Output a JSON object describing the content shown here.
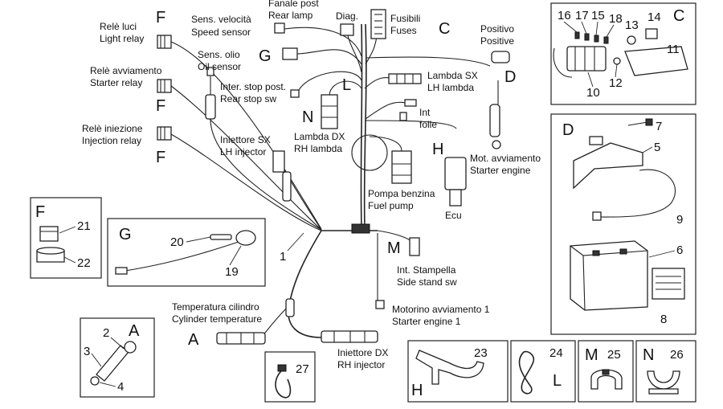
{
  "labels": {
    "rele_luci": "Relè luci",
    "light_relay": "Light relay",
    "sens_velocita": "Sens. velocità",
    "speed_sensor": "Speed sensor",
    "fanale_post": "Fanale post",
    "rear_lamp": "Rear lamp",
    "diag": "Diag.",
    "fusibili": "Fusibili",
    "fuses": "Fuses",
    "positivo": "Positivo",
    "positive": "Positive",
    "sens_olio": "Sens. olio",
    "oil_sensor": "Oil sensor",
    "rele_avviamento": "Relè avviamento",
    "starter_relay": "Starter relay",
    "lambda_sx": "Lambda SX",
    "lh_lambda": "LH lambda",
    "inter_stop": "Inter. stop post.",
    "rear_stop_sw": "Rear stop sw",
    "int": "Int",
    "folle": "folle",
    "rele_iniezione": "Relè iniezione",
    "injection_relay": "Injection relay",
    "iniettore_sx": "Iniettore SX",
    "lh_injector": "LH injector",
    "lambda_dx": "Lambda DX",
    "rh_lambda": "RH lambda",
    "mot_avviamento": "Mot. avviamento",
    "starter_engine": "Starter engine",
    "pompa_benzina": "Pompa benzina",
    "fuel_pump": "Fuel pump",
    "ecu": "Ecu",
    "int_stampella": "Int. Stampella",
    "side_stand_sw": "Side stand sw",
    "motorino": "Motorino avviamento 1",
    "starter_engine_1": "Starter engine 1",
    "temp_cilindro": "Temperatura cilindro",
    "cyl_temp": "Cylinder temperature",
    "iniettore_dx": "Iniettore DX",
    "rh_injector": "RH injector"
  },
  "letters": {
    "F1": "F",
    "F2": "F",
    "F3": "F",
    "G": "G",
    "C": "C",
    "L": "L",
    "N": "N",
    "D": "D",
    "H": "H",
    "M": "M",
    "A": "A",
    "boxF": "F",
    "boxG": "G",
    "boxA": "A",
    "boxC": "C",
    "boxD": "D",
    "boxH": "H",
    "boxL": "L",
    "boxM": "M",
    "boxN": "N"
  },
  "numbers": {
    "n1": "1",
    "n2": "2",
    "n3": "3",
    "n4": "4",
    "n5": "5",
    "n6": "6",
    "n7": "7",
    "n8": "8",
    "n9": "9",
    "n10": "10",
    "n11": "11",
    "n12": "12",
    "n13": "13",
    "n14": "14",
    "n15": "15",
    "n16": "16",
    "n17": "17",
    "n18": "18",
    "n19": "19",
    "n20": "20",
    "n21": "21",
    "n22": "22",
    "n23": "23",
    "n24": "24",
    "n25": "25",
    "n26": "26",
    "n27": "27"
  }
}
